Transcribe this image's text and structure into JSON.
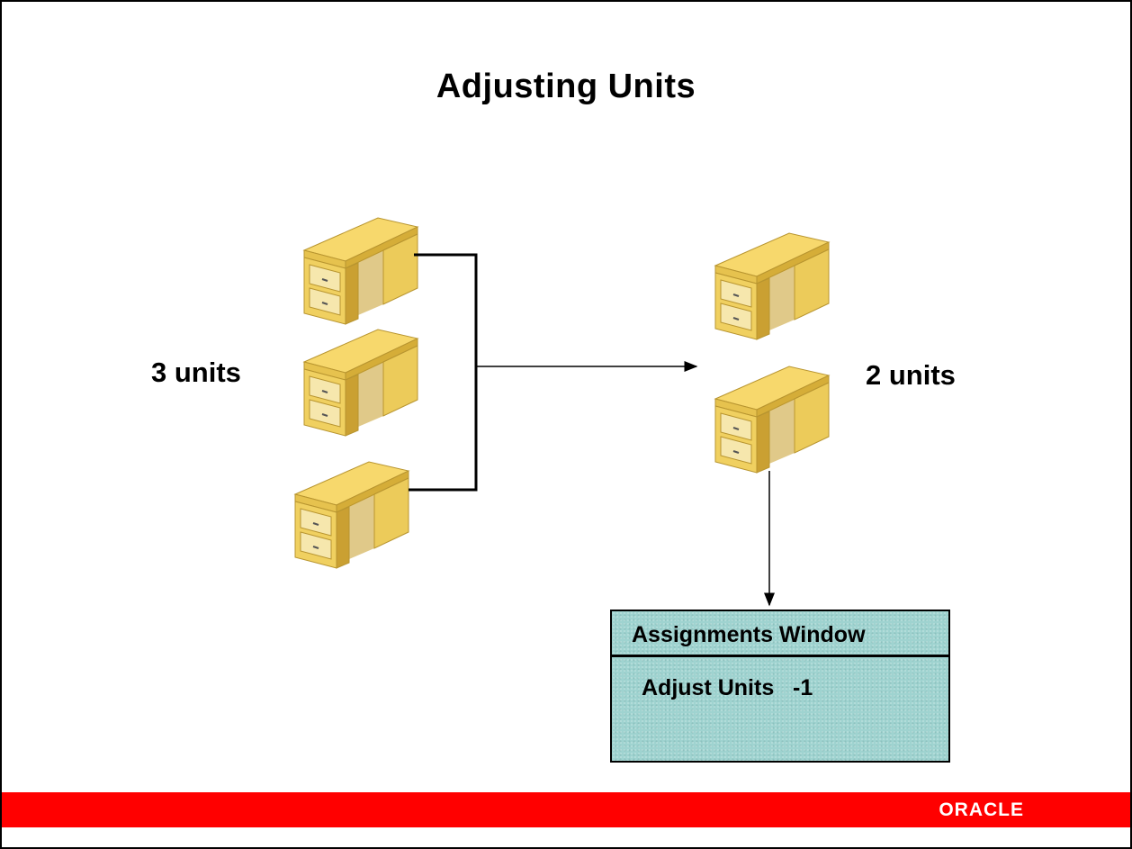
{
  "slide": {
    "title": "Adjusting Units"
  },
  "diagram": {
    "left_label": "3 units",
    "right_label": "2 units",
    "left_desk_count": 3,
    "right_desk_count": 2,
    "icon": "desk-icon"
  },
  "window": {
    "title": "Assignments Window",
    "content": "Adjust Units   -1"
  },
  "footer": {
    "logo": "ORACLE"
  },
  "colors": {
    "footer_bar": "#ff0000",
    "window_fill": "#9fd3d0",
    "desk_top": "#f5d66a",
    "desk_side": "#d8b040",
    "desk_drawer": "#f3e3a8"
  }
}
